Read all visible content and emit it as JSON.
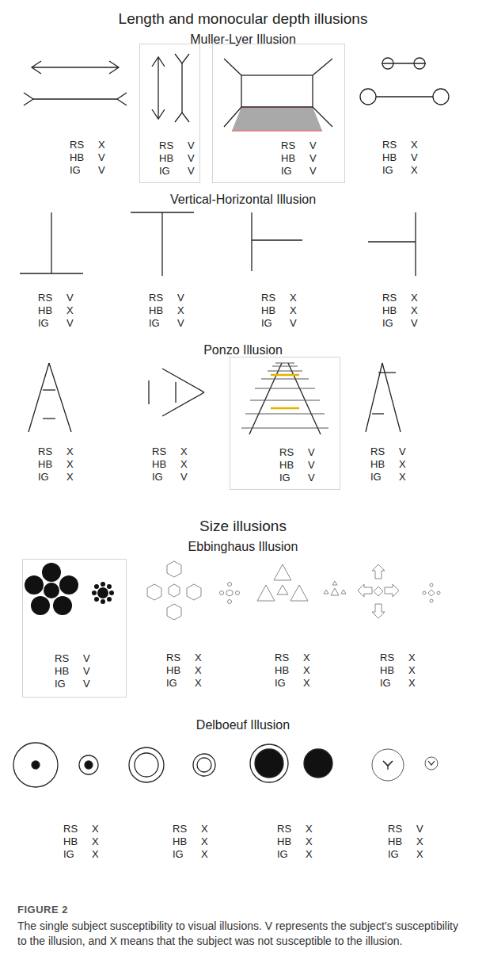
{
  "diagram": {
    "caption": "The single subject susceptibility to visual illusions. V represents the subject’s susceptibility to the illusion, and X means that the subject was not susceptible to the illusion.",
    "nodes": [
      {
        "text": [
          "RS",
          "V",
          "HB",
          "V",
          "IG",
          "V"
        ]
      },
      {
        "text": [
          "RS",
          "V",
          "HB",
          "V",
          "IG",
          "V"
        ]
      },
      {
        "text": [
          "RS",
          "V",
          "HB",
          "V",
          "IG",
          "V"
        ]
      },
      {
        "text": [
          "RS",
          "V",
          "HB",
          "V",
          "IG",
          "V"
        ]
      }
    ],
    "labels": [
      "Length and monocular depth illusions",
      "Muller-Lyer Illusion",
      "RS",
      "X",
      "HB",
      "V",
      "IG",
      "V",
      "RS",
      "X",
      "HB",
      "V",
      "IG",
      "X",
      "Vertical-Horizontal Illusion",
      "RS",
      "V",
      "HB",
      "X",
      "IG",
      "V",
      "RS",
      "V",
      "HB",
      "X",
      "IG",
      "V",
      "RS",
      "X",
      "HB",
      "X",
      "IG",
      "V",
      "RS",
      "X",
      "HB",
      "X",
      "IG",
      "V",
      "Ponzo Illusion",
      "RS",
      "X",
      "HB",
      "X",
      "IG",
      "X",
      "RS",
      "X",
      "HB",
      "X",
      "IG",
      "V",
      "RS",
      "V",
      "HB",
      "X",
      "IG",
      "X",
      "Size illusions",
      "Ebbinghaus Illusion",
      "RS",
      "X",
      "HB",
      "X",
      "IG",
      "X",
      "RS",
      "X",
      "HB",
      "X",
      "IG",
      "X",
      "RS",
      "X",
      "HB",
      "X",
      "IG",
      "X",
      "Delboeuf Illusion",
      "RS",
      "X",
      "HB",
      "X",
      "IG",
      "X",
      "RS",
      "X",
      "HB",
      "X",
      "IG",
      "X",
      "RS",
      "X",
      "HB",
      "X",
      "IG",
      "X",
      "RS",
      "V",
      "HB",
      "X",
      "IG",
      "X",
      "FIGURE 2"
    ]
  }
}
